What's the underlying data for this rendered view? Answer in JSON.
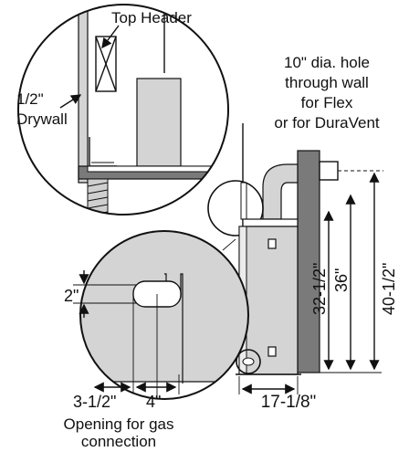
{
  "labels": {
    "top_header": "Top Header",
    "drywall_a": "1/2\"",
    "drywall_b": "Drywall",
    "hole_l1": "10\" dia. hole",
    "hole_l2": "through wall",
    "hole_l3": "for Flex",
    "hole_l4": "or for DuraVent",
    "dim_2": "2\"",
    "dim_3_5": "3-1/2\"",
    "dim_4": "4\"",
    "dim_17": "17-1/8\"",
    "dim_32": "32-1/2\"",
    "dim_36": "36\"",
    "dim_40": "40-1/2\"",
    "opening_l1": "Opening for gas",
    "opening_l2": "connection"
  },
  "colors": {
    "line": "#111111",
    "heater_body": "#d4d4d4",
    "wall": "#7a7a7a",
    "header": "#b8b8b8"
  }
}
